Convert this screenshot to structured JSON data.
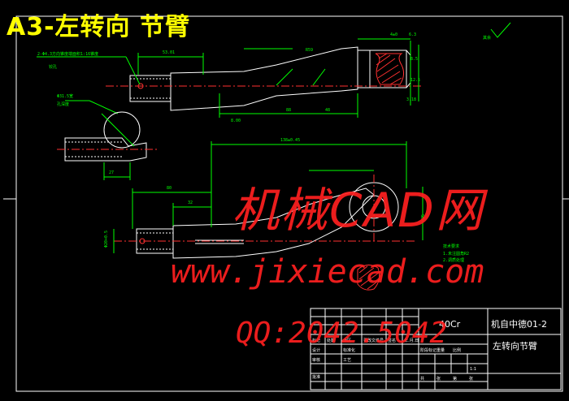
{
  "title": "A3-左转向 节臂",
  "watermark": {
    "site_cn": "机械CAD网",
    "url": "www.jixiecad.com",
    "qq": "QQ:2042.5042"
  },
  "title_block": {
    "material": "40Cr",
    "drawing_no": "机自中德01-2",
    "part_name": "左转向节臂",
    "cells": [
      "标记",
      "处数",
      "分区",
      "更改文件号",
      "签名",
      "年.月.日",
      "设计",
      "标准化",
      "阶段标记",
      "重量",
      "比例",
      "审核",
      "工艺",
      "批准",
      "共",
      "张",
      "第",
      "张"
    ],
    "scale": "1:1"
  },
  "surface_note": "其余",
  "tech_notes_title": "技术要求"
}
